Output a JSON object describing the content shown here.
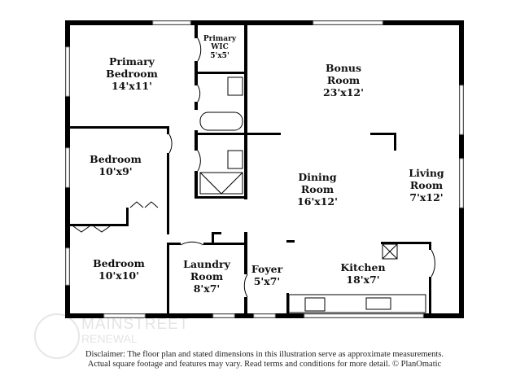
{
  "rooms": {
    "primary_bedroom": {
      "name_1": "Primary",
      "name_2": "Bedroom",
      "dims": "14'x11'"
    },
    "primary_wic": {
      "name_1": "Primary",
      "name_2": "WIC",
      "dims": "5'x5'"
    },
    "bonus_room": {
      "name_1": "Bonus",
      "name_2": "Room",
      "dims": "23'x12'"
    },
    "bedroom_2": {
      "name": "Bedroom",
      "dims": "10'x9'"
    },
    "dining_room": {
      "name_1": "Dining",
      "name_2": "Room",
      "dims": "16'x12'"
    },
    "living_room": {
      "name_1": "Living",
      "name_2": "Room",
      "dims": "7'x12'"
    },
    "bedroom_3": {
      "name": "Bedroom",
      "dims": "10'x10'"
    },
    "laundry_room": {
      "name_1": "Laundry",
      "name_2": "Room",
      "dims": "8'x7'"
    },
    "foyer": {
      "name": "Foyer",
      "dims": "5'x7'"
    },
    "kitchen": {
      "name": "Kitchen",
      "dims": "18'x7'"
    }
  },
  "watermark": {
    "line_1": "MAINSTREET",
    "line_2": "RENEWAL"
  },
  "disclaimer": {
    "line_1": "Disclaimer: The floor plan and stated dimensions in this illustration serve as approximate measurements.",
    "line_2": "Actual square footage and features may vary. Read terms and conditions for more detail. © PlanOmatic"
  }
}
